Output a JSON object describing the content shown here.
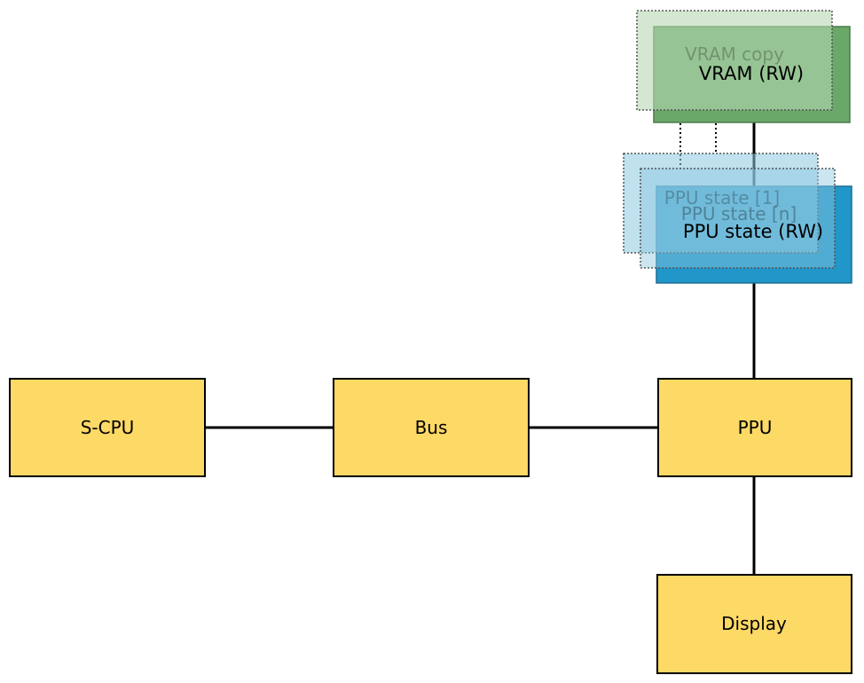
{
  "nodes": {
    "scpu": {
      "label": "S-CPU"
    },
    "bus": {
      "label": "Bus"
    },
    "ppu": {
      "label": "PPU"
    },
    "display": {
      "label": "Display"
    },
    "vram": {
      "label": "VRAM (RW)"
    },
    "vram_copy": {
      "label": "VRAM copy"
    },
    "ppu_state": {
      "label": "PPU state (RW)"
    },
    "ppu_state_1": {
      "label": "PPU state [1]"
    },
    "ppu_state_n": {
      "label": "PPU state [n]"
    }
  },
  "colors": {
    "component_fill": "#fdd966",
    "vram_fill": "#6aa86a",
    "ppu_state_fill": "#2196c8",
    "line": "#000000"
  }
}
